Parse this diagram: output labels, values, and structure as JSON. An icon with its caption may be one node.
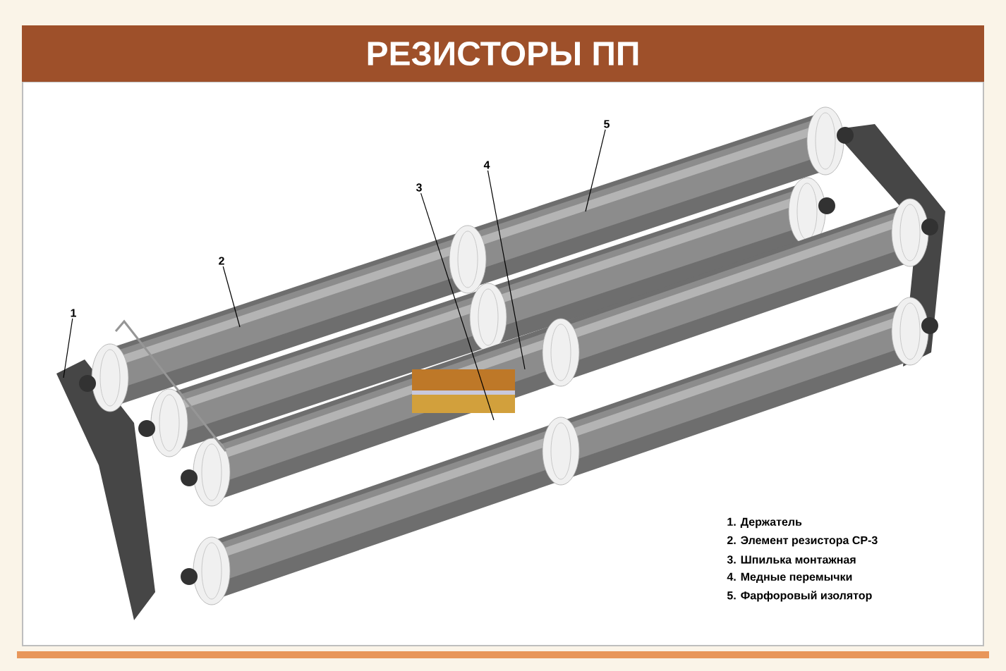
{
  "diagram": {
    "title": "РЕЗИСТОРЫ ПП",
    "nodes": [
      {
        "text": [
          "1"
        ]
      },
      {
        "text": [
          "2"
        ]
      },
      {
        "text": [
          "3"
        ]
      },
      {
        "text": [
          "4"
        ]
      },
      {
        "text": [
          "5"
        ]
      }
    ],
    "edges": [
      {
        "from": 0,
        "to": null,
        "arrow": "none"
      },
      {
        "from": 1,
        "to": null,
        "arrow": "none"
      },
      {
        "from": 2,
        "to": null,
        "arrow": "none"
      },
      {
        "from": 3,
        "to": null,
        "arrow": "none"
      },
      {
        "from": 4,
        "to": null,
        "arrow": "none"
      }
    ],
    "labels": [
      "1. Держатель",
      "2. Элемент резистора СР-3",
      "3. Шпилька монтажная",
      "4. Медные перемычки",
      "5. Фарфоровый изолятор"
    ]
  }
}
